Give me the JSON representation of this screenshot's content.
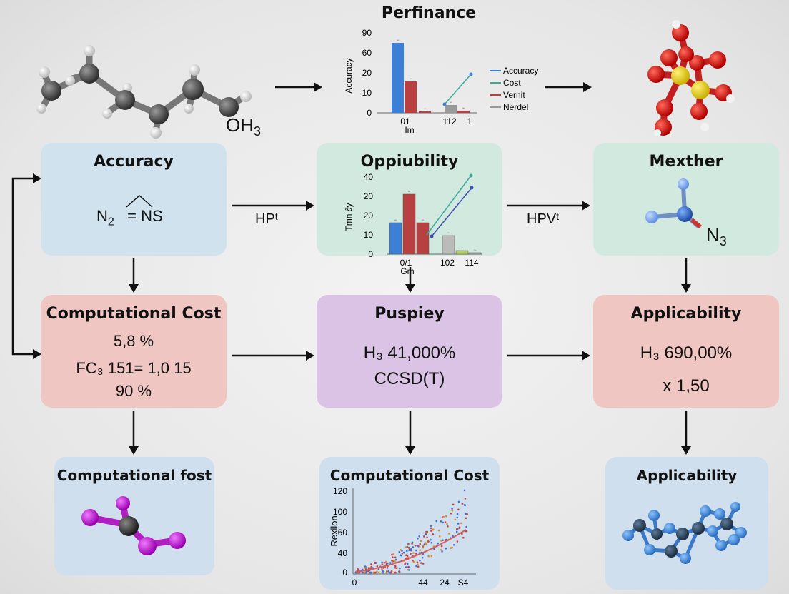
{
  "top": {
    "title": "Perfinance",
    "molecule_left_label": "OH",
    "molecule_left_sub": "3"
  },
  "top_chart": {
    "yticks": [
      "90",
      "60",
      "20",
      "10",
      "0"
    ],
    "ylabel": "Accuracy",
    "xticks": [
      "01",
      "112",
      "1"
    ],
    "xlabel": "Im",
    "legend": [
      "Accuracy",
      "Cost",
      "Vernit",
      "Nerdel"
    ],
    "colors": {
      "accuracy": "#3b7fd6",
      "cost": "#b84040",
      "green": "#3aaa9a",
      "gray": "#999999"
    }
  },
  "row1": {
    "accuracy": {
      "title": "Accuracy",
      "eq_left": "N",
      "eq_sub": "2",
      "eq_right": "= NS"
    },
    "opp": {
      "title": "Oppiubility"
    },
    "mexther": {
      "title": "Mexther",
      "label": "N",
      "label_sub": "3"
    },
    "arrow1_label": "HPᵗ",
    "arrow2_label": "HPVᵗ"
  },
  "opp_chart": {
    "yticks": [
      "40",
      "20",
      "20",
      "10",
      "0"
    ],
    "ylabel": "Tmn ∂y",
    "xticks": [
      "0/1",
      "102",
      "114"
    ],
    "xlabel": "Gm"
  },
  "row2": {
    "cost": {
      "title": "Computational Cost",
      "l1": "5,8 %",
      "l2": "FC₃ 151= 1,0 15",
      "l3": "90 %"
    },
    "puspiey": {
      "title": "Puspiey",
      "l1": "H₃  41,000%",
      "l2": "CCSD(T)"
    },
    "applic": {
      "title": "Applicability",
      "l1": "H₃ 690,00%",
      "l2": "x 1,50"
    }
  },
  "row3": {
    "fost": {
      "title": "Computational fost"
    },
    "cost2": {
      "title": "Computational Cost"
    },
    "applic2": {
      "title": "Applicability"
    }
  },
  "scatter_chart": {
    "type": "scatter",
    "yticks": [
      "120",
      "100",
      "60",
      "40",
      "0"
    ],
    "ylabel": "Rexllon",
    "xticks": [
      "0",
      "44",
      "24",
      "S4"
    ]
  }
}
